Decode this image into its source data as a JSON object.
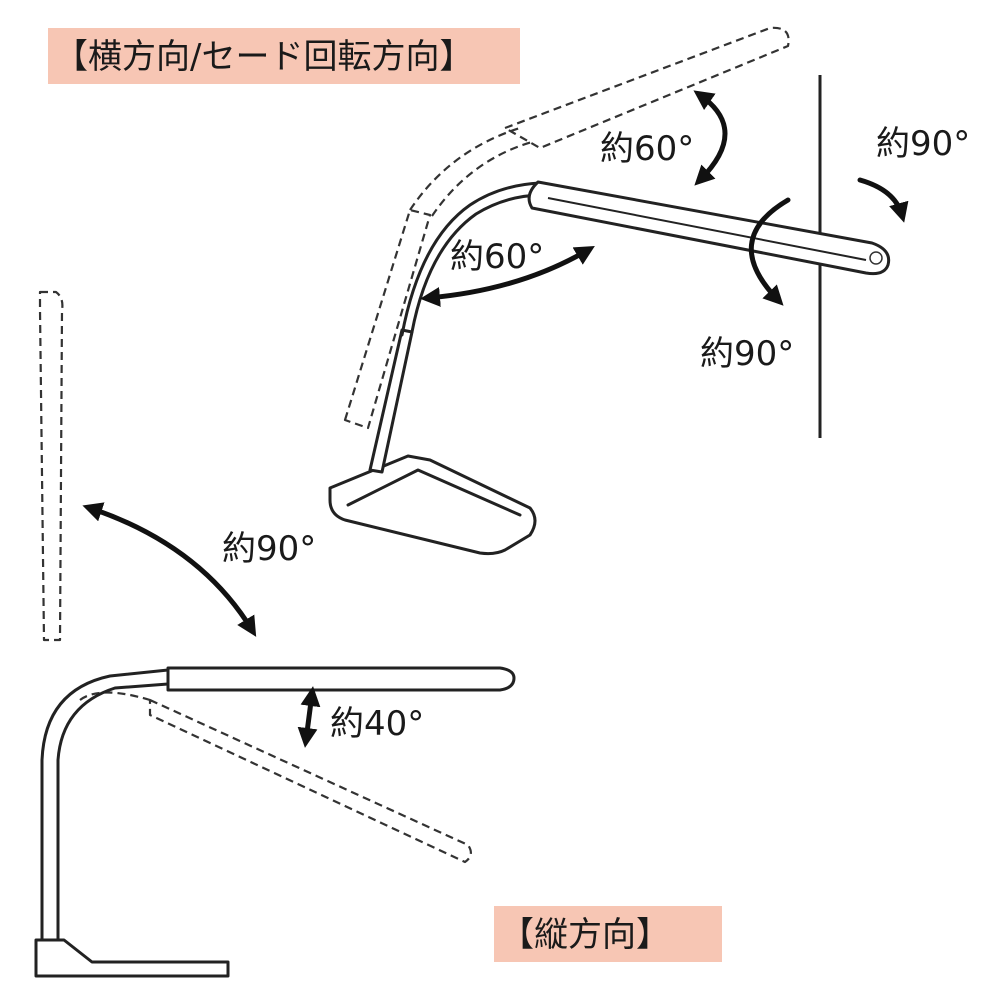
{
  "horizontal_title": "【横方向/セード回転方向】",
  "vertical_title": "【縦方向】",
  "tag_color": "#f7c6b4",
  "angles": {
    "shade_up": "約60°",
    "arm_swing": "約60°",
    "shade_rotate_right": "約90°",
    "shade_rotate_down": "約90°",
    "pole_tilt": "約90°",
    "shade_tilt": "約40°"
  }
}
